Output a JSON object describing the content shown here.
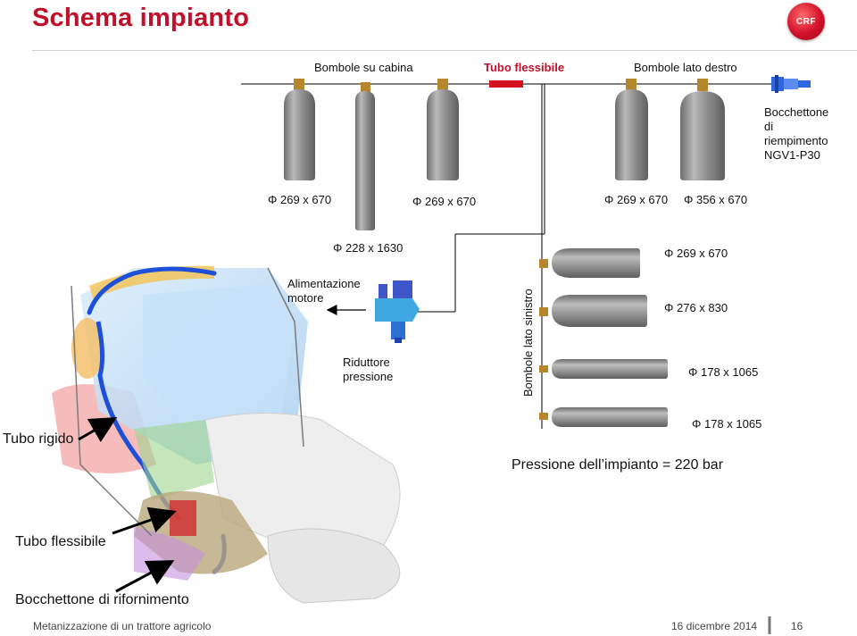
{
  "header": {
    "title": "Schema impianto",
    "logo_text": "CRF"
  },
  "top_labels": {
    "bombole_cabina": "Bombole su cabina",
    "tubo_flessibile": "Tubo flessibile",
    "bombole_destro": "Bombole lato destro",
    "bocchettone": [
      "Bocchettone",
      "di",
      "riempimento",
      "NGV1-P30"
    ]
  },
  "dimensions": {
    "d1": "Φ 269 x 670",
    "d2": "Φ 269 x 670",
    "d3": "Φ 269 x 670",
    "d4": "Φ 356 x 670",
    "d5": "Φ 228 x 1630",
    "d6": "Φ 269 x 670",
    "d7": "Φ 276 x 830",
    "d8": "Φ 178 x 1065",
    "d9": "Φ 178 x 1065"
  },
  "mid_labels": {
    "alimentazione": [
      "Alimentazione",
      "motore"
    ],
    "riduttore": [
      "Riduttore",
      "pressione"
    ],
    "bombole_sinistro": "Bombole lato sinistro",
    "pressione": "Pressione dell’impianto = 220 bar"
  },
  "callouts": {
    "tubo_rigido": "Tubo rigido",
    "tubo_flessibile": "Tubo flessibile",
    "bocchettone_rifornimento": "Bocchettone di rifornimento"
  },
  "footer": {
    "left": "Metanizzazione di un trattore agricolo",
    "date": "16 dicembre 2014",
    "page": "16"
  },
  "colors": {
    "accent": "#c0102a",
    "cylinder": "#8a8a8a",
    "pipe": "#1e4fd8"
  }
}
